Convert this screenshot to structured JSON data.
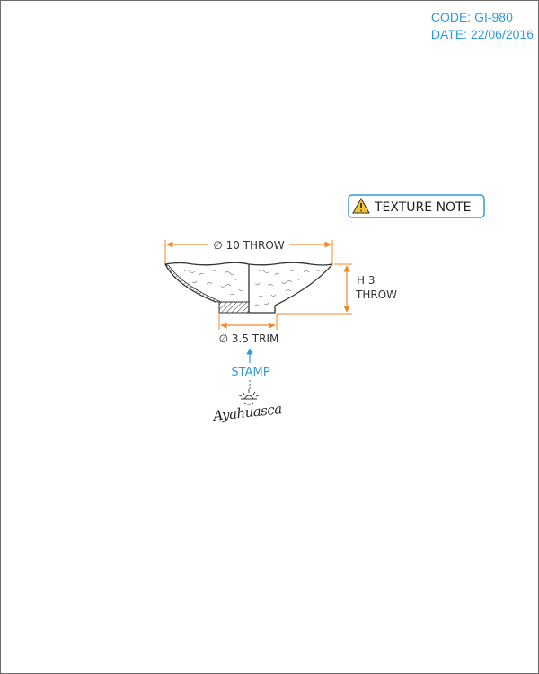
{
  "title_block": {
    "code": "CODE: GI-980",
    "date": "DATE: 22/06/2016"
  },
  "note": {
    "label": "TEXTURE NOTE",
    "icon": "warning-triangle-icon"
  },
  "dimensions": {
    "rim_diameter": "∅ 10 THROW",
    "foot_diameter": "∅ 3.5 TRIM",
    "height_line1": "H 3",
    "height_line2": "THROW"
  },
  "stamp": {
    "label": "STAMP",
    "mark_text": "Ayahuasca"
  },
  "colors": {
    "accent": "#2f9bd8",
    "dimension": "#f0892b",
    "line": "#333333"
  }
}
